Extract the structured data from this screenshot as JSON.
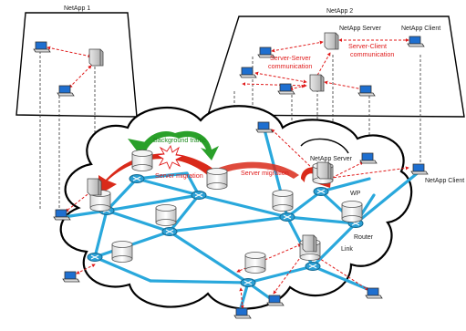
{
  "diagram": {
    "netapp1": {
      "title": "NetApp 1"
    },
    "netapp2": {
      "title": "NetApp 2",
      "server_label": "NetApp Server",
      "client_label": "NetApp Client",
      "server_server_comm": [
        "Server-Server",
        "communication"
      ],
      "server_client_comm": [
        "Server-Client",
        "communication"
      ]
    },
    "cloud": {
      "background_traffic": "Background traffic",
      "server_migration_left": "Server migration",
      "server_migration_right": "Server migration",
      "netapp_server": "NetApp Server",
      "netapp_client": "NetApp Client",
      "wp": "WP",
      "router": "Router",
      "link": "Link"
    },
    "colors": {
      "link": "#29a8dc",
      "dashed_red": "#e01a1a",
      "migration_arrow": "#d92a1a",
      "background_arrow": "#2aa02a",
      "plane_border": "#000000",
      "router_fill": "#2b9fd4",
      "laptop_screen": "#1e6fd0"
    }
  }
}
